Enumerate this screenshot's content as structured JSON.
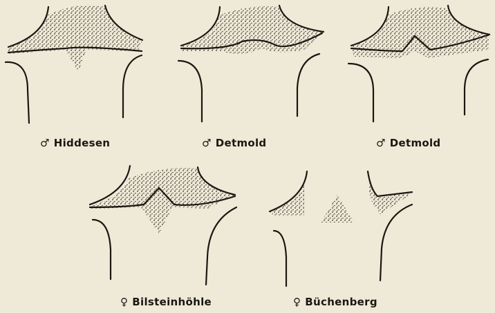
{
  "figures": [
    {
      "id": "hiddesen",
      "symbol": "♂",
      "label": "Hiddesen"
    },
    {
      "id": "detmold-1",
      "symbol": "♂",
      "label": "Detmold"
    },
    {
      "id": "detmold-2",
      "symbol": "♂",
      "label": "Detmold"
    },
    {
      "id": "bilsteinhoehle",
      "symbol": "♀",
      "label": "Bilsteinhöhle"
    },
    {
      "id": "buechenberg",
      "symbol": "♀",
      "label": "Büchenberg"
    }
  ],
  "colors": {
    "paper": "#efe9d8",
    "ink": "#1a1712",
    "stipple": "#3a342a"
  }
}
